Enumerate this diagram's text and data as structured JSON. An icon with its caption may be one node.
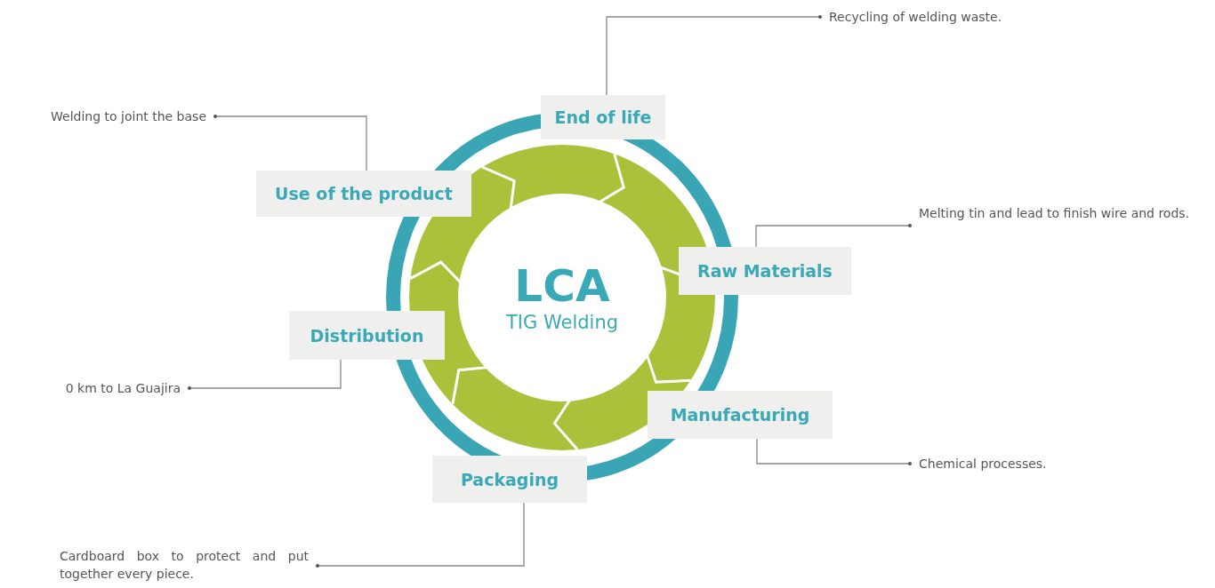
{
  "diagram": {
    "nodes": [
      {
        "text": [
          "LCA",
          "TIG Welding"
        ]
      },
      {
        "text": [
          "End of life"
        ]
      },
      {
        "text": [
          "Use of the product"
        ]
      },
      {
        "text": [
          "Raw Materials"
        ]
      },
      {
        "text": [
          "Distribution"
        ]
      },
      {
        "text": [
          "Manufacturing"
        ]
      },
      {
        "text": [
          "Packaging"
        ]
      },
      {
        "text": [
          "Recycling of welding waste."
        ]
      },
      {
        "text": [
          "Welding to joint the base"
        ]
      },
      {
        "text": [
          "Melting tin and lead to finish wire and rods."
        ]
      },
      {
        "text": [
          "0 km to La Guajira"
        ]
      },
      {
        "text": [
          "Chemical processes."
        ]
      },
      {
        "text": [
          "Cardboard box to protect and put together every piece."
        ]
      }
    ],
    "edges": [
      {
        "from": 1,
        "to": 7,
        "arrow": "other"
      },
      {
        "from": 2,
        "to": 8,
        "arrow": "other"
      },
      {
        "from": 3,
        "to": 9,
        "arrow": "other"
      },
      {
        "from": 4,
        "to": 10,
        "arrow": "other"
      },
      {
        "from": 5,
        "to": 11,
        "arrow": "other"
      },
      {
        "from": 6,
        "to": 12,
        "arrow": "other"
      }
    ]
  }
}
